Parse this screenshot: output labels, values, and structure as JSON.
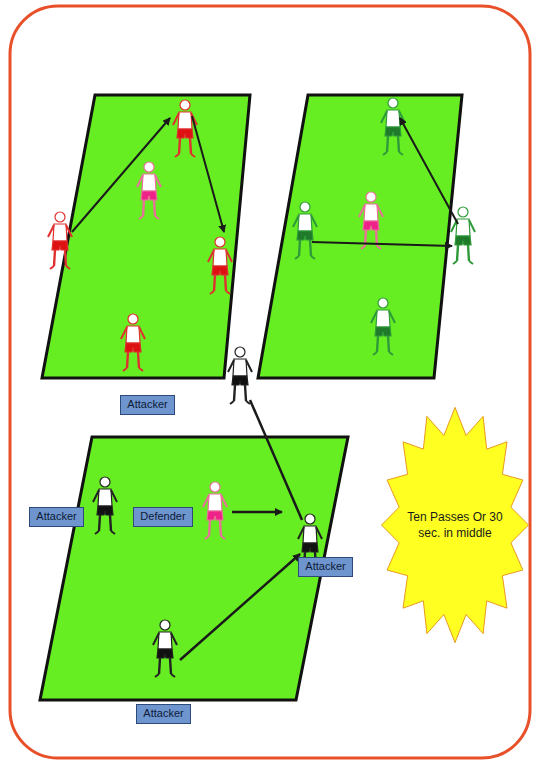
{
  "diagram": {
    "nodes": [
      {
        "text": [
          "Attacker"
        ]
      },
      {
        "text": [
          "Attacker"
        ]
      },
      {
        "text": [
          "Defender"
        ]
      },
      {
        "text": [
          "Attacker"
        ]
      },
      {
        "text": [
          "Attacker"
        ]
      },
      {
        "text": [
          "Ten Passes Or 30 sec. in middle"
        ]
      }
    ]
  }
}
